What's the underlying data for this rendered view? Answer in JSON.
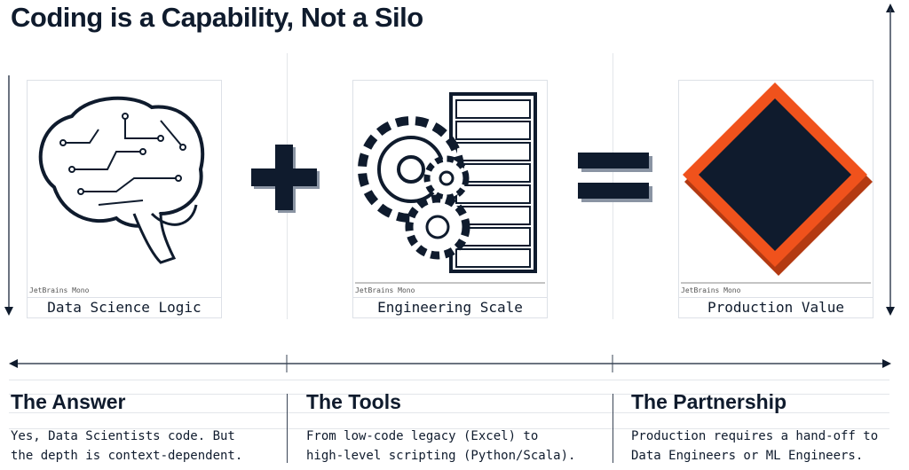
{
  "title": "Coding is a Capability, Not a Silo",
  "cards": [
    {
      "caption": "JetBrains Mono",
      "label": "Data Science Logic",
      "icon": "brain-circuit-icon"
    },
    {
      "caption": "JetBrains Mono",
      "label": "Engineering Scale",
      "icon": "gears-server-icon"
    },
    {
      "caption": "JetBrains Mono",
      "label": "Production Value",
      "icon": "diamond-icon"
    }
  ],
  "operators": {
    "plus": "plus-icon",
    "equals": "equals-icon"
  },
  "colors": {
    "navy": "#0f1b2d",
    "orange": "#f0521c"
  },
  "columns": [
    {
      "heading": "The Answer",
      "lines": [
        "Yes, Data Scientists code. But",
        "the depth is context-dependent."
      ]
    },
    {
      "heading": "The Tools",
      "lines": [
        "From low-code legacy (Excel) to",
        "high-level scripting (Python/Scala)."
      ]
    },
    {
      "heading": "The Partnership",
      "lines": [
        "Production requires a hand-off to",
        "Data Engineers or ML Engineers."
      ]
    }
  ]
}
